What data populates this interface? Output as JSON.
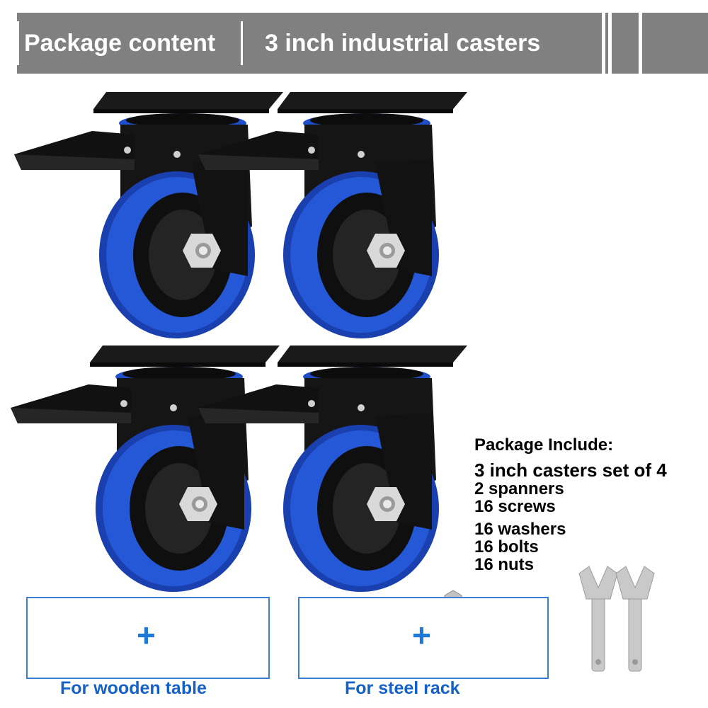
{
  "header": {
    "title_left": "Package content",
    "title_right": "3 inch industrial casters"
  },
  "package_include": {
    "heading": "Package Include:",
    "items": [
      "3 inch casters set of 4",
      "2 spanners",
      "16 screws",
      "16 washers",
      "16 bolts",
      "16 nuts"
    ]
  },
  "boxes": {
    "wooden_label": "For wooden table",
    "steel_label": "For steel rack",
    "plus": "+"
  },
  "colors": {
    "header_bg": "#808080",
    "wheel_blue": "#1f4fc8",
    "label_blue": "#1560c8",
    "box_border": "#3a7fd5"
  }
}
